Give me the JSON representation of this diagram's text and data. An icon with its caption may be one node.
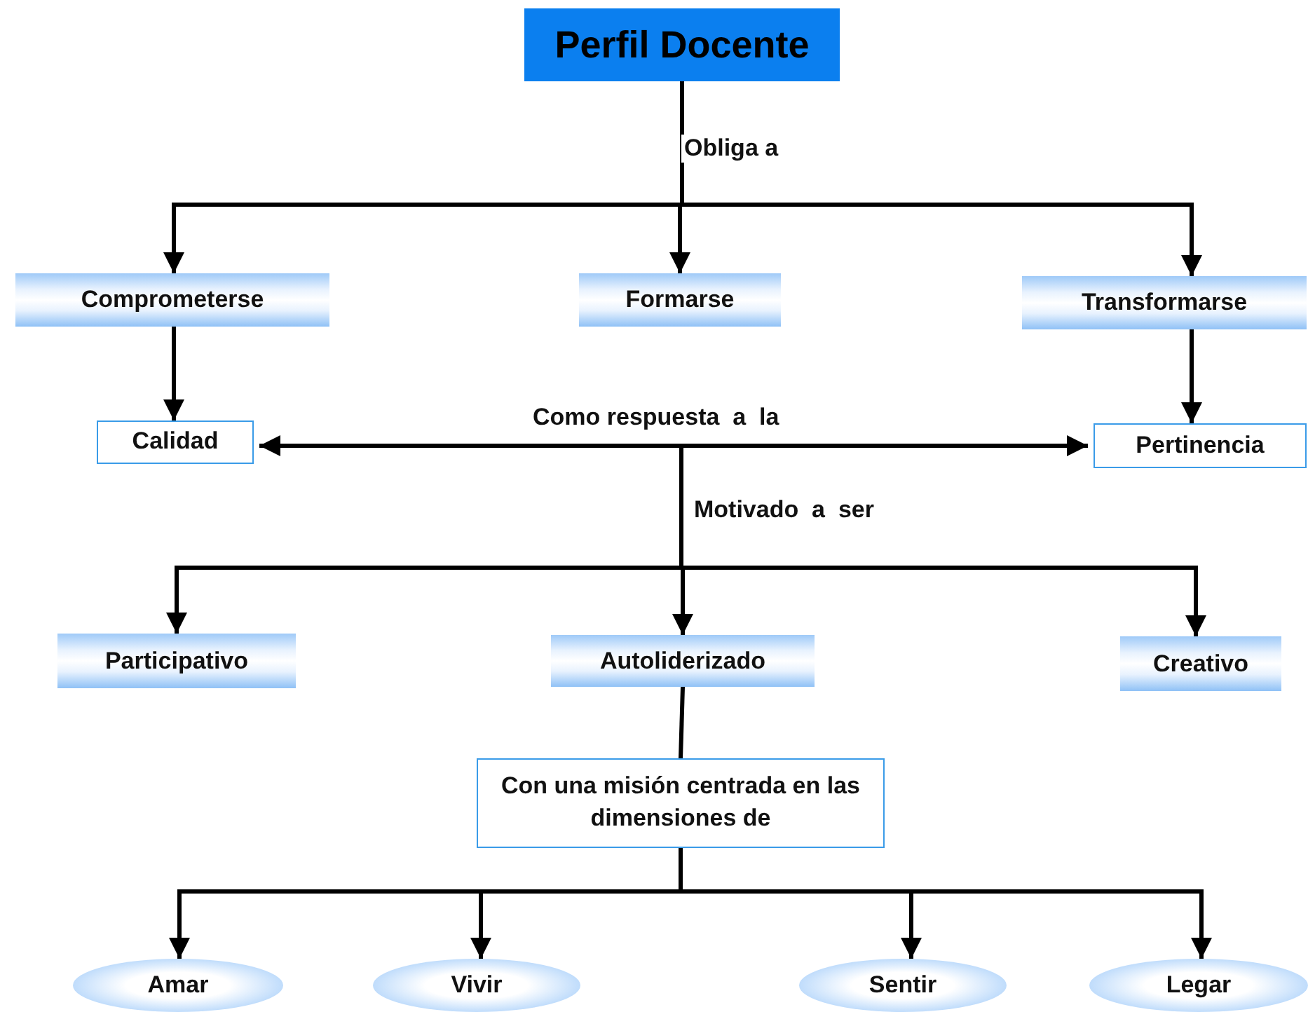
{
  "diagram": {
    "nodes": [
      {
        "text": [
          "Perfil Docente"
        ]
      },
      {
        "text": [
          "Comprometerse"
        ]
      },
      {
        "text": [
          "Formarse"
        ]
      },
      {
        "text": [
          "Transformarse"
        ]
      },
      {
        "text": [
          "Calidad"
        ]
      },
      {
        "text": [
          "Pertinencia"
        ]
      },
      {
        "text": [
          "Participativo"
        ]
      },
      {
        "text": [
          "Autoliderizado"
        ]
      },
      {
        "text": [
          "Creativo"
        ]
      },
      {
        "text": [
          "Con una misión centrada en las dimensiones de"
        ]
      },
      {
        "text": [
          "Amar"
        ]
      },
      {
        "text": [
          "Vivir"
        ]
      },
      {
        "text": [
          "Sentir"
        ]
      },
      {
        "text": [
          "Legar"
        ]
      }
    ],
    "edges": [
      {
        "from": 0,
        "to": 1,
        "arrow": "to"
      },
      {
        "from": 0,
        "to": 2,
        "arrow": "to",
        "label": "Obliga a"
      },
      {
        "from": 0,
        "to": 3,
        "arrow": "to"
      },
      {
        "from": 1,
        "to": 4,
        "arrow": "to"
      },
      {
        "from": 3,
        "to": 5,
        "arrow": "to"
      },
      {
        "from": 4,
        "to": 5,
        "arrow": "both",
        "label": "Como respuesta  a  la"
      },
      {
        "from": null,
        "to": 6,
        "arrow": "to"
      },
      {
        "from": null,
        "to": 7,
        "arrow": "to",
        "label": "Motivado  a  ser"
      },
      {
        "from": null,
        "to": 8,
        "arrow": "to"
      },
      {
        "from": 7,
        "to": 9,
        "arrow": "none"
      },
      {
        "from": 9,
        "to": 10,
        "arrow": "to"
      },
      {
        "from": 9,
        "to": 11,
        "arrow": "to"
      },
      {
        "from": 9,
        "to": 12,
        "arrow": "to"
      },
      {
        "from": 9,
        "to": 13,
        "arrow": "to"
      }
    ]
  }
}
